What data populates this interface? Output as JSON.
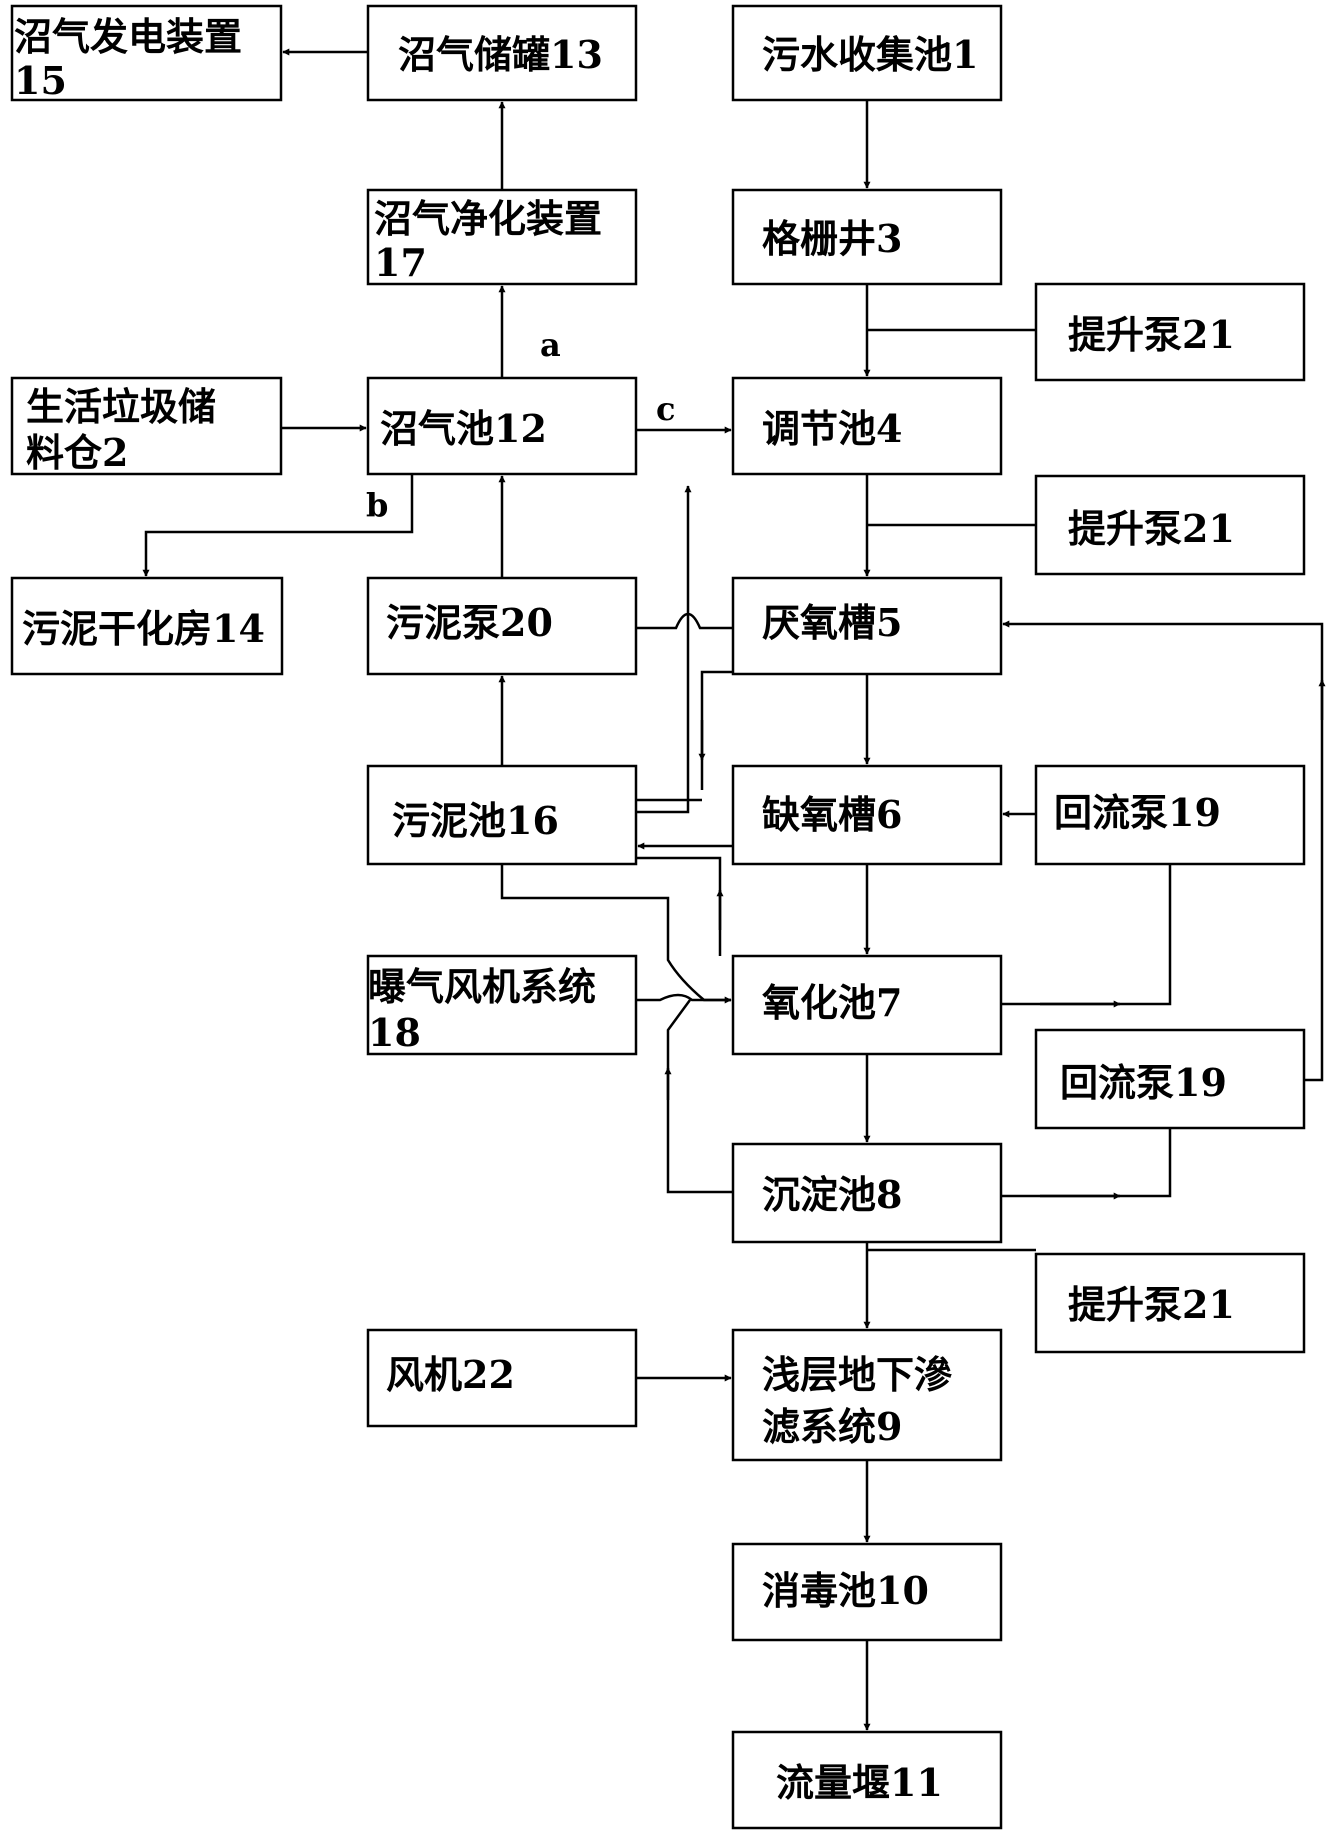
{
  "colors": {
    "stroke": "#000000",
    "background": "#ffffff"
  },
  "nodes": {
    "biogas_power": {
      "line1": "沼气发电装置",
      "line2": "15"
    },
    "biogas_tank": {
      "text": "沼气储罐13"
    },
    "sewage_collection": {
      "text": "污水收集池1"
    },
    "biogas_purify": {
      "line1": "沼气净化装置",
      "line2": "17"
    },
    "grid_well": {
      "text": "格栅井3"
    },
    "lift_pump_1": {
      "text": "提升泵21"
    },
    "garbage_storage": {
      "line1": "生活垃圾储",
      "line2": "料仓2"
    },
    "digester": {
      "text": "沼气池12"
    },
    "regulation_tank": {
      "text": "调节池4"
    },
    "lift_pump_2": {
      "text": "提升泵21"
    },
    "sludge_drying": {
      "text": "污泥干化房14"
    },
    "sludge_pump": {
      "text": "污泥泵20"
    },
    "anaerobic_tank": {
      "text": "厌氧槽5"
    },
    "sludge_tank": {
      "text": "污泥池16"
    },
    "anoxic_tank": {
      "text": "缺氧槽6"
    },
    "reflux_pump_1": {
      "text": "回流泵19"
    },
    "aeration_blower": {
      "line1": "曝气风机系统",
      "line2": "18"
    },
    "oxidation_tank": {
      "text": "氧化池7"
    },
    "reflux_pump_2": {
      "text": "回流泵19"
    },
    "sedimentation_tank": {
      "text": "沉淀池8"
    },
    "lift_pump_3": {
      "text": "提升泵21"
    },
    "blower": {
      "text": "风机22"
    },
    "subsurface_filter": {
      "line1": "浅层地下滲",
      "line2": "滤系统9"
    },
    "disinfection_tank": {
      "text": "消毒池10"
    },
    "flow_weir": {
      "text": "流量堰11"
    }
  },
  "edge_labels": {
    "a": "a",
    "b": "b",
    "c": "c"
  }
}
